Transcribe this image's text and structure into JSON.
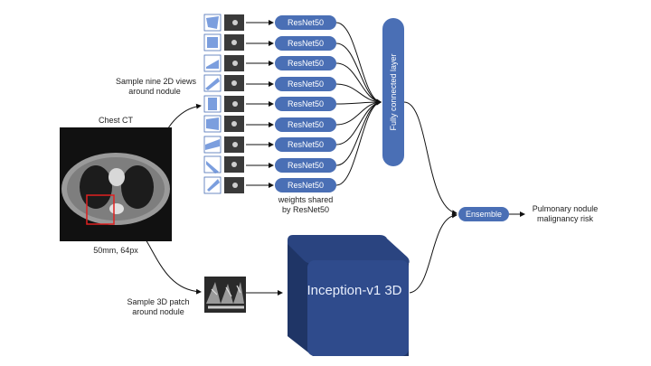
{
  "labels": {
    "chest_ct": "Chest CT",
    "ct_scale": "50mm, 64px",
    "sample_2d_line1": "Sample nine 2D views",
    "sample_2d_line2": "around nodule",
    "sample_3d_line1": "Sample 3D patch",
    "sample_3d_line2": "around nodule",
    "weights_line1": "weights shared",
    "weights_line2": "by ResNet50",
    "fc_layer": "Fully connected layer",
    "ensemble": "Ensemble",
    "output_line1": "Pulmonary nodule",
    "output_line2": "malignancy risk",
    "inception_line1": "Inception-v1",
    "inception_line2": "3D"
  },
  "resnets": [
    "ResNet50",
    "ResNet50",
    "ResNet50",
    "ResNet50",
    "ResNet50",
    "ResNet50",
    "ResNet50",
    "ResNet50",
    "ResNet50"
  ],
  "colors": {
    "block_blue": "#4a6fb5",
    "inception_front": "#2f4b8c",
    "inception_side": "#1f3566",
    "roi_red": "#e02020"
  }
}
